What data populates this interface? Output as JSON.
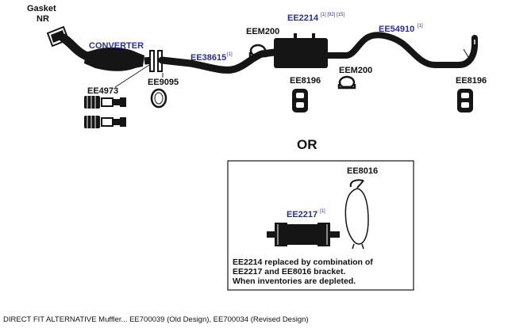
{
  "colors": {
    "ink": "#151515",
    "accent_blue": "#2b2f8c",
    "background": "#ffffff"
  },
  "labels": {
    "gasket_line1": "Gasket",
    "gasket_line2": "NR",
    "converter": "CONVERTER",
    "ee4973": "EE4973",
    "ee9095": "EE9095",
    "ee38615": "EE38615",
    "ee38615_ref": "[1]",
    "eem200_left": "EEM200",
    "ee2214": "EE2214",
    "ee2214_refs": "[1] [92] [15]",
    "eem200_right": "EEM200",
    "ee8196_left": "EE8196",
    "ee54910": "EE54910",
    "ee54910_ref": "[1]",
    "ee8196_right": "EE8196"
  },
  "or_text": "OR",
  "alternative_box": {
    "ee8016": "EE8016",
    "ee2217": "EE2217",
    "ee2217_ref": "[1]",
    "note_lines": [
      "EE2214 replaced by combination of",
      "EE2217 and EE8016 bracket.",
      "When inventories are depleted."
    ]
  },
  "caption": "DIRECT FIT ALTERNATIVE Muffler... EE700039 (Old Design), EE700034 (Revised Design)"
}
